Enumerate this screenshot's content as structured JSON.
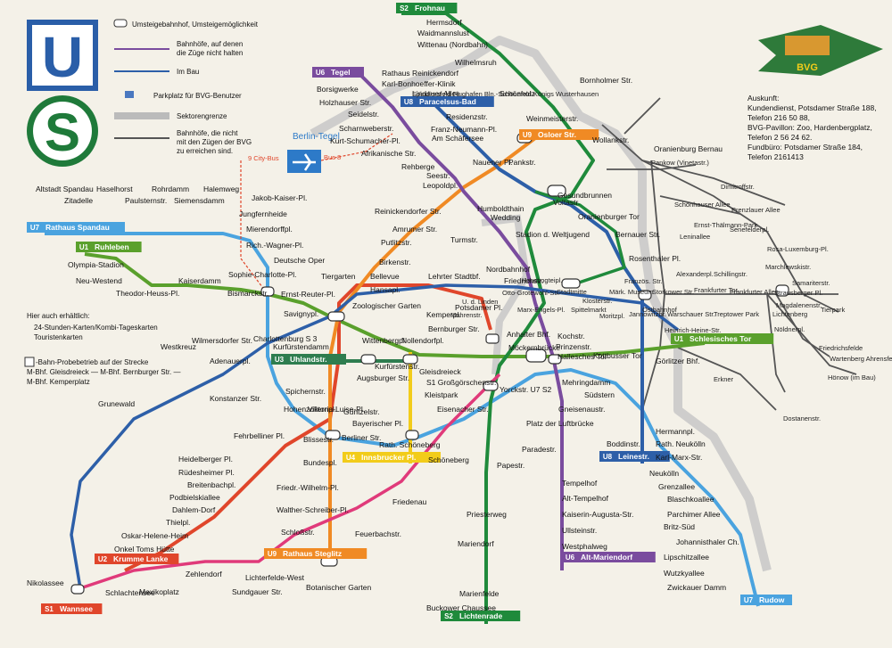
{
  "logos": {
    "u": "U",
    "s": "S",
    "bvg": "BVG"
  },
  "legend": {
    "interchange": "Umsteigebahnhof, Umsteigemöglichkeit",
    "skip_1": "Bahnhöfe, auf denen",
    "skip_2": "die Züge nicht halten",
    "construction": "Im Bau",
    "parking": "Parkplatz für BVG-Benutzer",
    "sector": "Sektorengrenze",
    "unreach_1": "Bahnhöfe, die nicht",
    "unreach_2": "mit den Zügen der BVG",
    "unreach_3": "zu erreichen sind."
  },
  "info": {
    "l1": "Auskunft:",
    "l2": "Kundendienst, Potsdamer Straße 188,",
    "l3": "Telefon 216 50 88,",
    "l4": "BVG-Pavillon: Zoo, Hardenbergplatz,",
    "l5": "Telefon 2 56 24 62.",
    "l6": "Fundbüro: Potsdamer Straße 184,",
    "l7": "Telefon 2161413"
  },
  "sales": {
    "title": "Hier auch erhältlich:",
    "i1": "24-Stunden-Karten/Kombi-Tageskarten",
    "i2": "Touristenkarten"
  },
  "mbahn": {
    "l1": "-Bahn-Probebetrieb auf der Strecke",
    "l2": "M-Bhf. Gleisdreieck — M-Bhf. Bernburger Str. —",
    "l3": "M-Bhf. Kemperplatz"
  },
  "tegel": {
    "name": "Berlin-Tegel",
    "bus9": "9 City-Bus",
    "bus8": "Bus 8"
  },
  "lines": {
    "U1": "#5aa02c",
    "U2": "#e0462b",
    "U3": "#2e7d4f",
    "U4": "#f2cc1a",
    "U6": "#7a4c9e",
    "U7": "#4aa3df",
    "U8": "#2d5fa8",
    "U9": "#f08a24",
    "S": "#1f8a3b",
    "sector": "#b9b9b9",
    "ddr": "#555555"
  },
  "terminals": [
    {
      "line": "U1",
      "color": "#5aa02c",
      "name": "Ruhleben"
    },
    {
      "line": "U1",
      "color": "#5aa02c",
      "name": "Schlesisches Tor"
    },
    {
      "line": "U7",
      "color": "#4aa3df",
      "name": "Rathaus Spandau"
    },
    {
      "line": "U7",
      "color": "#4aa3df",
      "name": "Rudow"
    },
    {
      "line": "U6",
      "color": "#7a4c9e",
      "name": "Tegel"
    },
    {
      "line": "U6",
      "color": "#7a4c9e",
      "name": "Alt-Mariendorf"
    },
    {
      "line": "U8",
      "color": "#2d5fa8",
      "name": "Paracelsus-Bad"
    },
    {
      "line": "U8",
      "color": "#2d5fa8",
      "name": "Leinestr."
    },
    {
      "line": "U9",
      "color": "#f08a24",
      "name": "Osloer Str."
    },
    {
      "line": "U9",
      "color": "#f08a24",
      "name": "Rathaus Steglitz"
    },
    {
      "line": "U2",
      "color": "#e0462b",
      "name": "Krumme Lanke"
    },
    {
      "line": "U3",
      "color": "#2e7d4f",
      "name": "Uhlandstr."
    },
    {
      "line": "U4",
      "color": "#f2cc1a",
      "name": "Innsbrucker Pl."
    },
    {
      "line": "S2",
      "color": "#1f8a3b",
      "name": "Frohnau"
    },
    {
      "line": "S2",
      "color": "#1f8a3b",
      "name": "Lichtenrade"
    },
    {
      "line": "S1",
      "color": "#e0462b",
      "name": "Wannsee"
    }
  ],
  "stations": [
    "Altstadt Spandau",
    "Haselhorst",
    "Rohrdamm",
    "Halemweg",
    "Zitadelle",
    "Paulsternstr.",
    "Siemensdamm",
    "Jakob-Kaiser-Pl.",
    "Jungfernheide",
    "Mierendorffpl.",
    "Rich.-Wagner-Pl.",
    "Deutsche Oper",
    "Olympia-Stadion",
    "Neu-Westend",
    "Kaiserdamm",
    "Theodor-Heuss-Pl.",
    "Sophie-Charlotte-Pl.",
    "Bismarckstr.",
    "Ernst-Reuter-Pl.",
    "Tiergarten",
    "Bellevue",
    "Hansapl.",
    "Lehrter Stadtbf.",
    "Friedrichstr.",
    "Zoologischer Garten",
    "Savignypl.",
    "Charlottenburg S 3",
    "Kurfürstendamm",
    "Wittenbergpl.",
    "Nollendorfpl.",
    "Kurfürstenstr.",
    "Gleisdreieck",
    "Bernburger Str.",
    "Kemperpl.",
    "Potsdamer Pl.",
    "Anhalter Bhf.",
    "Möckernbrücke",
    "Hallesches Tor",
    "Prinzenstr.",
    "Kochstr.",
    "Kottbusser Tor",
    "Görlitzer Bhf.",
    "Mehringdamm",
    "Gneisenaustr.",
    "Südstern",
    "Hermannpl.",
    "Rath. Neukölln",
    "Karl-Marx-Str.",
    "Neukölln",
    "Grenzallee",
    "Blaschkoallee",
    "Parchimer Allee",
    "Britz-Süd",
    "Johannisthaler Ch.",
    "Lipschitzallee",
    "Wutzkyallee",
    "Zwickauer Damm",
    "Boddinstr.",
    "Tempelhof",
    "Alt-Tempelhof",
    "Kaiserin-Augusta-Str.",
    "Ullsteinstr.",
    "Westphalweg",
    "Platz der Luftbrücke",
    "Paradestr.",
    "Yorckstr. U7 S2",
    "S1 Großgörschenstr.",
    "Kleistpark",
    "Eisenacher Str.",
    "Rath. Schöneberg",
    "Bayerischer Pl.",
    "Viktoria-Luise-Pl.",
    "Spichernstr.",
    "Augsburger Str.",
    "Güntzelstr.",
    "Hohenzollernpl.",
    "Fehrbelliner Pl.",
    "Blissestr.",
    "Berliner Str.",
    "Bundespl.",
    "Friedr.-Wilhelm-Pl.",
    "Walther-Schreiber-Pl.",
    "Schloßstr.",
    "Feuerbachstr.",
    "Friedenau",
    "Schöneberg",
    "Papestr.",
    "Priesterweg",
    "Marienfelde",
    "Buckower Chaussee",
    "Mariendorf",
    "Lichterfelde-West",
    "Botanischer Garten",
    "Sundgauer Str.",
    "Zehlendorf",
    "Mexikoplatz",
    "Schlachtensee",
    "Nikolassee",
    "Oskar-Helene-Heim",
    "Onkel Toms Hütte",
    "Thielpl.",
    "Dahlem-Dorf",
    "Podbielskiallee",
    "Breitenbachpl.",
    "Rüdesheimer Pl.",
    "Heidelberger Pl.",
    "Konstanzer Str.",
    "Adenauerpl.",
    "Wilmersdorfer Str.",
    "Westkreuz",
    "Grunewald",
    "Hermsdorf",
    "Waidmannslust",
    "Wittenau (Nordbahn)",
    "Wilhelmsruh",
    "Schönholz",
    "Rathaus Reinickendorf",
    "Karl-Bonhoeffer-Klinik",
    "Lindauer Allee",
    "Residenzstr.",
    "Borsigwerke",
    "Holzhauser Str.",
    "Seidelstr.",
    "Scharnweberstr.",
    "Kurt-Schumacher-Pl.",
    "Afrikanische Str.",
    "Franz-Neumann-Pl.",
    "Am Schäfersee",
    "Nauener Pl.",
    "Rehberge",
    "Seestr.",
    "Leopoldpl.",
    "Pankstr.",
    "Gesundbrunnen",
    "Voltastr.",
    "Humboldthain",
    "Wedding",
    "Reinickendorfer Str.",
    "Amrumer Str.",
    "Putlitzstr.",
    "Birkenstr.",
    "Turmstr.",
    "Stadion d. Weltjugend",
    "Nordbahnhof",
    "Oranienburger Tor",
    "Bernauer Str.",
    "Rosenthaler Pl.",
    "Weinmeisterstr.",
    "Wollankstr.",
    "Bornholmer Str.",
    "Oranienburg Bernau",
    "Pankow (Vinetastr.)",
    "Schönhauser Allee",
    "Dimitroffstr.",
    "Prenzlauer Allee",
    "Ernst-Thälmann-Park",
    "Senefelderpl.",
    "Leninallee",
    "Rosa-Luxemburg-Pl.",
    "Storkower Str.",
    "Alexanderpl.",
    "Schillingstr.",
    "Marchlewskistr.",
    "Samariterstr.",
    "Frankfurter Allee",
    "Frankfurter Tor",
    "Strausberger Pl.",
    "Magdalenenstr.",
    "Lichtenberg",
    "Nöldnerpl.",
    "Friedrichsfelde",
    "Tierpark",
    "Wartenberg Ahrensfelde Strausberg",
    "Hönow (im Bau)",
    "Erkner",
    "Treptower Park",
    "Warschauer Str.",
    "Ostbahnhof",
    "Jannowitzbr.",
    "Heinrich-Heine-Str.",
    "Moritzpl.",
    "Märk. Museum",
    "Klosterstr.",
    "Spittelmarkt",
    "Stadtmitte",
    "Hausvogteipl.",
    "Französ. Str.",
    "Marx-Engels-Pl.",
    "Otto-Grotewohl-Str.",
    "U. d. Linden",
    "Mohrenstr.",
    "Dostanenstr.",
    "Spindlersfeld Flughafen Bln.-Schönefeld Königs Wusterhausen",
    "Lindauer Allee"
  ]
}
